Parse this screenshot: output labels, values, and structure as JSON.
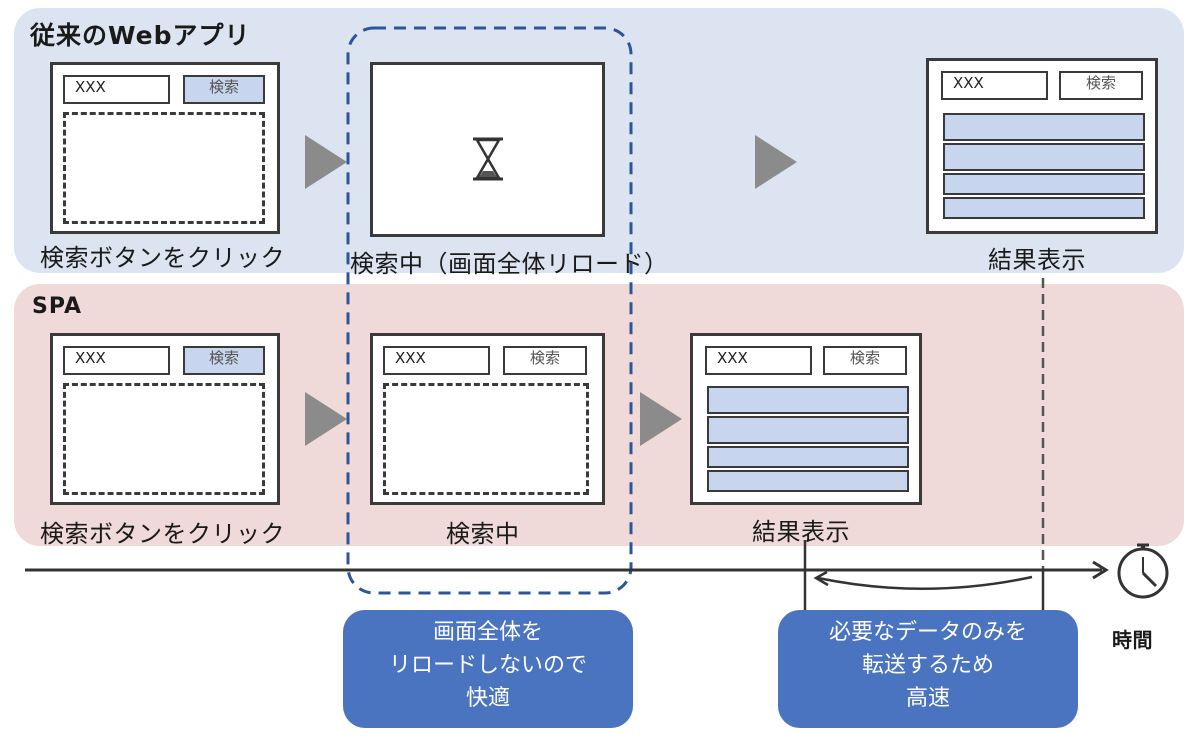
{
  "sections": {
    "traditional": {
      "title": "従来のWebアプリ",
      "step1_label": "検索ボタンをクリック",
      "step2_label": "検索中（画面全体リロード）",
      "step3_label": "結果表示"
    },
    "spa": {
      "title": "SPA",
      "step1_label": "検索ボタンをクリック",
      "step2_label": "検索中",
      "step3_label": "結果表示"
    }
  },
  "mock": {
    "input_text": "XXX",
    "search_button": "検索"
  },
  "timeline": {
    "label": "時間"
  },
  "notes": {
    "comfort": [
      "画面全体を",
      "リロードしないので",
      "快適"
    ],
    "speed": [
      "必要なデータのみを",
      "転送するため",
      "高速"
    ]
  },
  "colors": {
    "traditional_band": "#dce4f1",
    "spa_band": "#f0d9d9",
    "note_box": "#4a74c0",
    "result_row": "#c7d6ee",
    "dashed_highlight": "#2f5597"
  },
  "icons": {
    "loading": "hourglass-icon",
    "timer": "stopwatch-icon",
    "flow": "triangle-arrow-icon"
  }
}
